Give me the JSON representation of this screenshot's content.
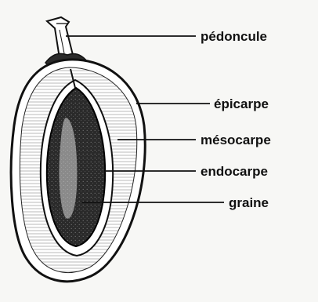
{
  "diagram": {
    "labels": {
      "pedoncule": "pédoncule",
      "epicarpe": "épicarpe",
      "mesocarpe": "mésocarpe",
      "endocarpe": "endocarpe",
      "graine": "graine"
    }
  }
}
